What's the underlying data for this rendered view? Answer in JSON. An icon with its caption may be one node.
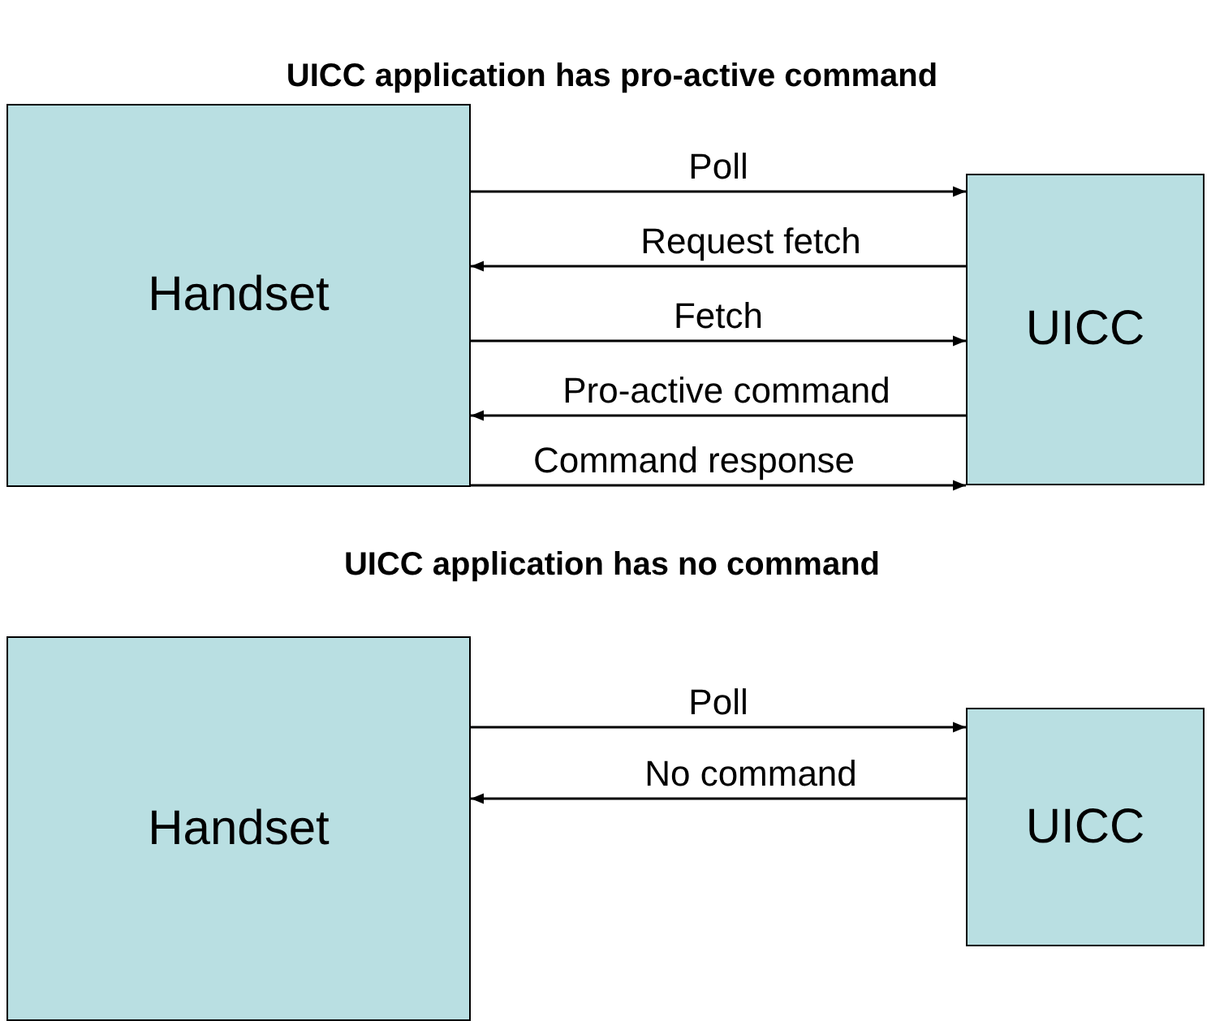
{
  "diagram": {
    "title": "UICC application has pro-active command",
    "nodes": [
      {
        "text": [
          "Handset"
        ]
      },
      {
        "text": [
          "UICC"
        ]
      },
      {
        "text": [
          "Handset"
        ]
      },
      {
        "text": [
          "UICC"
        ]
      }
    ],
    "edges": [
      {
        "from": 0,
        "to": 1,
        "arrow": "to",
        "label": "Poll"
      },
      {
        "from": 1,
        "to": 0,
        "arrow": "to",
        "label": "Request fetch"
      },
      {
        "from": 0,
        "to": 1,
        "arrow": "to",
        "label": "Fetch"
      },
      {
        "from": 1,
        "to": 0,
        "arrow": "to",
        "label": "Pro-active command"
      },
      {
        "from": 0,
        "to": 1,
        "arrow": "to",
        "label": "Command response"
      },
      {
        "from": 2,
        "to": 3,
        "arrow": "to",
        "label": "Poll"
      },
      {
        "from": 3,
        "to": 2,
        "arrow": "to",
        "label": "No command"
      }
    ],
    "labels": [
      "UICC application has no command"
    ]
  }
}
